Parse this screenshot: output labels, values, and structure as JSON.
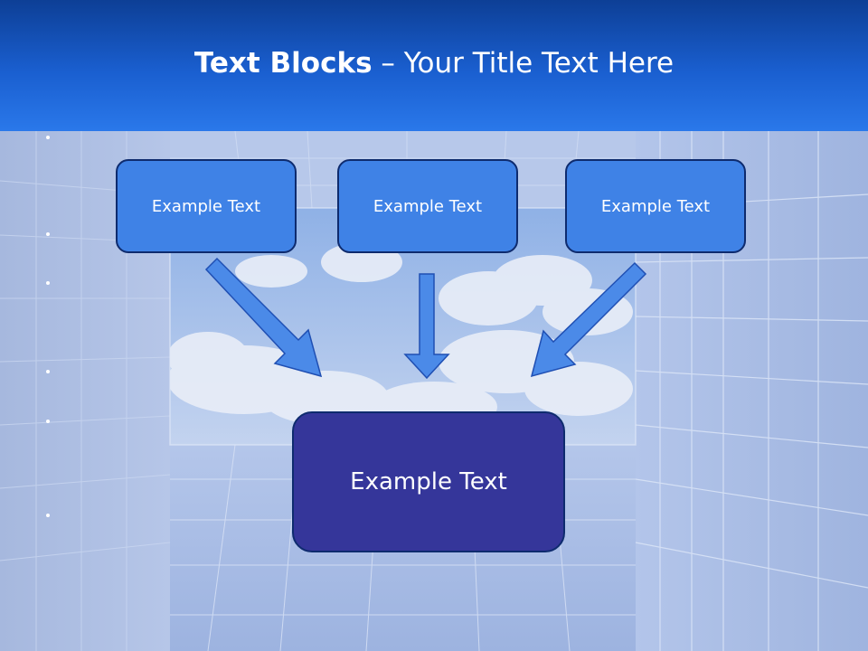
{
  "slide": {
    "title_bold": "Text Blocks",
    "title_dash": "–",
    "title_rest": "Your Title Text Here"
  },
  "diagram": {
    "top_boxes": [
      {
        "label": "Example Text"
      },
      {
        "label": "Example Text"
      },
      {
        "label": "Example Text"
      }
    ],
    "bottom_box": {
      "label": "Example Text"
    }
  },
  "colors": {
    "header": "#1a5fd0",
    "small_box": "#3f82e6",
    "big_box": "#35369a",
    "arrow": "#4b8ae8",
    "border": "#0e2b6e"
  }
}
